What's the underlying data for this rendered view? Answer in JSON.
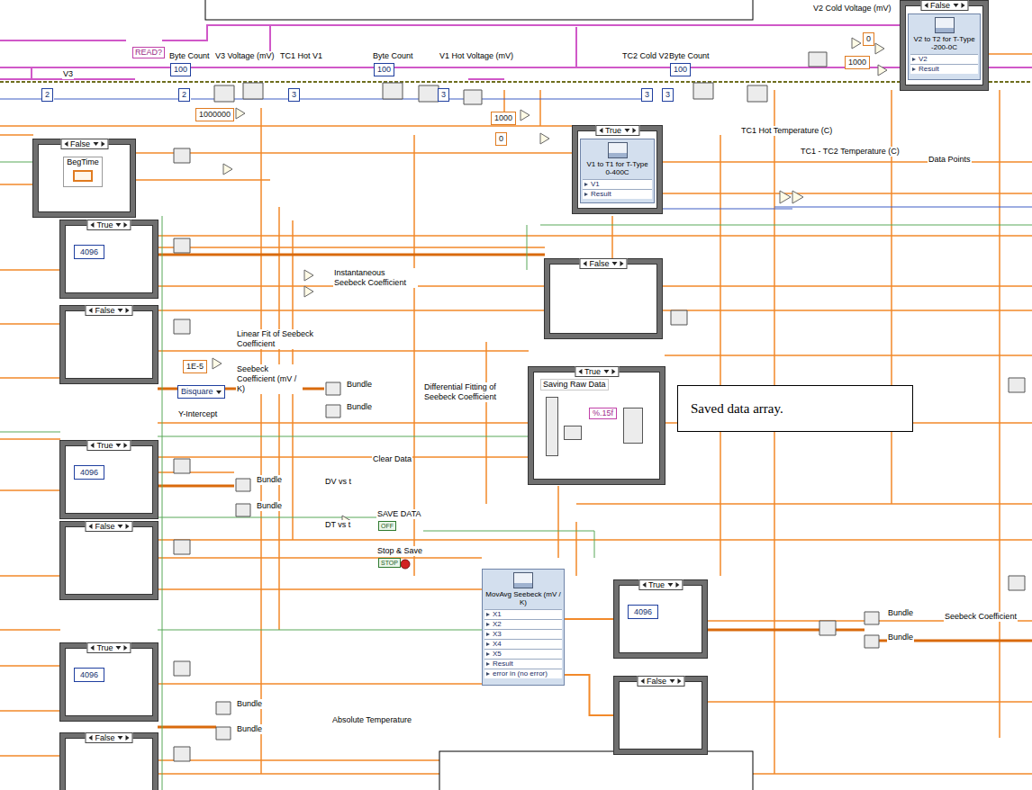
{
  "diagram": {
    "nodes": [
      {
        "text": [
          "False"
        ]
      },
      {
        "text": [
          "V2 to T2 for T-Type -200-0C",
          "V2",
          "Result"
        ],
        "in": 0
      },
      {
        "text": [
          "True"
        ]
      },
      {
        "text": [
          "V1 to T1 for T-Type 0-400C",
          "V1",
          "Result"
        ],
        "in": 2
      },
      {
        "text": [
          "False"
        ]
      },
      {
        "text": [
          "BegTime"
        ],
        "in": 4
      },
      {
        "text": [
          "True"
        ]
      },
      {
        "text": [
          "4096"
        ],
        "in": 6
      },
      {
        "text": [
          "False"
        ]
      },
      {
        "text": [
          "False"
        ]
      },
      {
        "text": [
          "True",
          "Saving Raw Data",
          "%.15f"
        ]
      },
      {
        "text": [
          "Saved data array."
        ]
      },
      {
        "text": [
          "True"
        ]
      },
      {
        "text": [
          "4096"
        ],
        "in": 12
      },
      {
        "text": [
          "False"
        ]
      },
      {
        "text": [
          "MovAvg Seebeck (mV / K)",
          "X1",
          "X2",
          "X3",
          "X4",
          "X5",
          "Result",
          "error in (no error)"
        ]
      },
      {
        "text": [
          "True"
        ]
      },
      {
        "text": [
          "4096"
        ],
        "in": 16
      },
      {
        "text": [
          "False"
        ]
      },
      {
        "text": [
          "True"
        ]
      },
      {
        "text": [
          "4096"
        ],
        "in": 19
      },
      {
        "text": [
          "False"
        ]
      }
    ],
    "edges": [
      {
        "from": 15,
        "to": 16,
        "arrow": "none"
      },
      {
        "from": 15,
        "to": 18,
        "arrow": "none"
      }
    ],
    "labels": [
      "READ?",
      "V3",
      "Byte Count",
      "100",
      "V3 Voltage (mV)",
      "TC1 Hot V1",
      "Byte Count",
      "100",
      "V1 Hot Voltage (mV)",
      "TC2 Cold V2",
      "Byte Count",
      "100",
      "V2 Cold Voltage (mV)",
      "0",
      "1000",
      "2",
      "2",
      "3",
      "3",
      "3",
      "3",
      "1000000",
      "1000",
      "0",
      "TC1 Hot Temperature (C)",
      "TC1 - TC2 Temperature (C)",
      "Data Points",
      "Instantaneous Seebeck Coefficient",
      "Linear Fit of Seebeck Coefficient",
      "1E-5",
      "Bisquare",
      "Seebeck Coefficient (mV / K)",
      "Y-Intercept",
      "Bundle",
      "Bundle",
      "Differential Fitting of Seebeck Coefficient",
      "Clear Data",
      "Bundle",
      "DV vs t",
      "Bundle",
      "DT vs t",
      "SAVE DATA",
      "OFF",
      "Stop & Save",
      "STOP",
      "Bundle",
      "Bundle",
      "Absolute Temperature",
      "Bundle",
      "Bundle",
      "Seebeck Coefficient"
    ]
  }
}
